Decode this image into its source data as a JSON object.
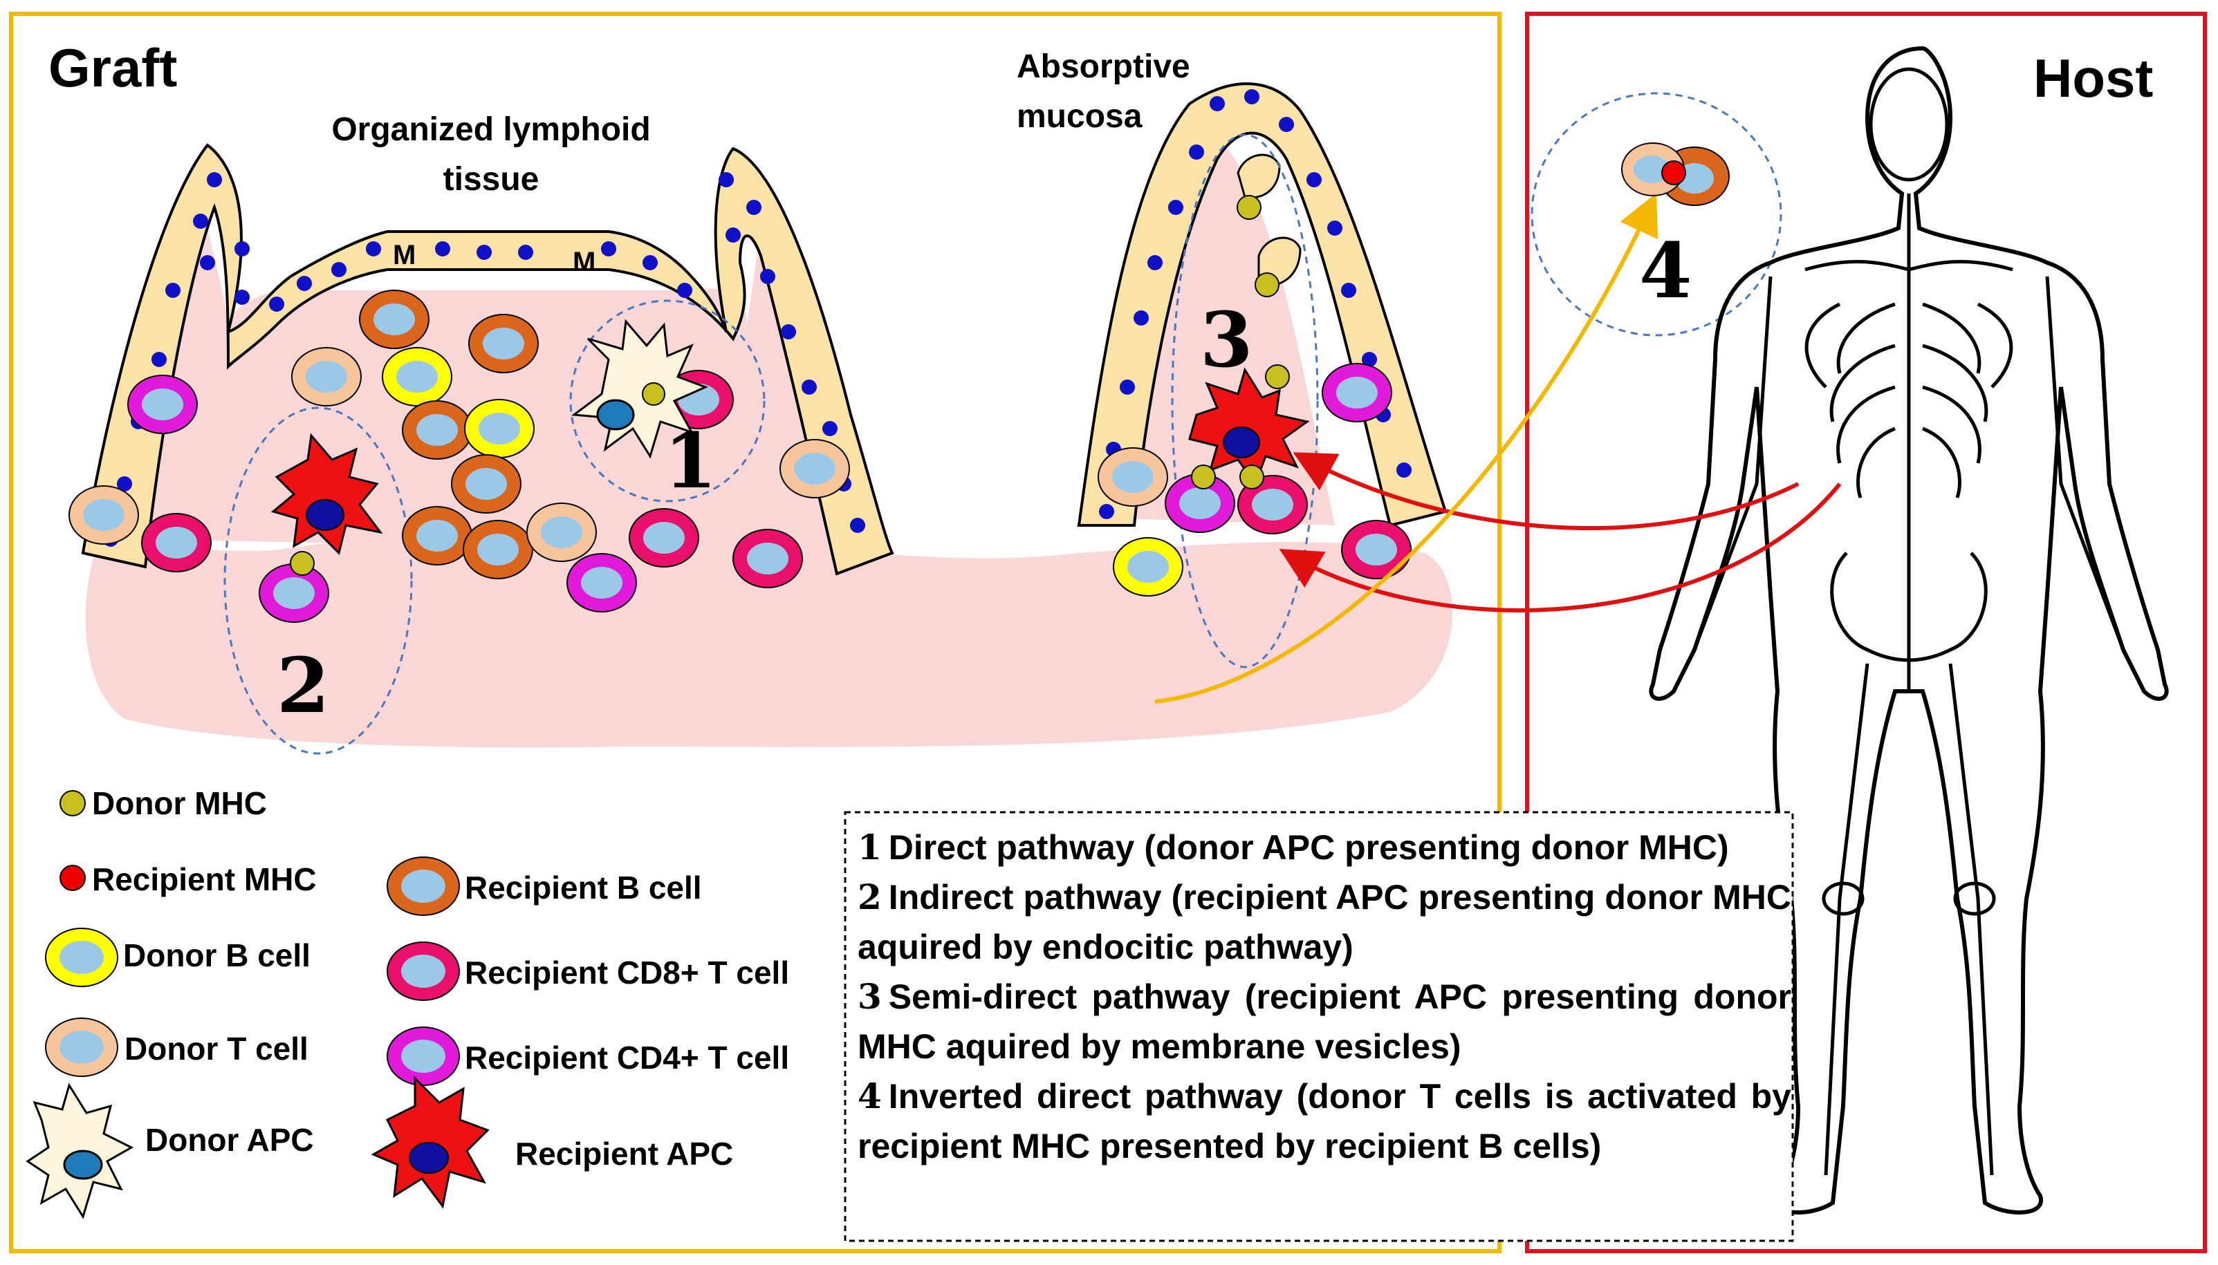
{
  "graft": {
    "title": "Graft",
    "region_left": "Organized lymphoid tissue",
    "region_right": "Absorptive mucosa",
    "m_cell_label": "M"
  },
  "host": {
    "title": "Host"
  },
  "markers": [
    "1",
    "2",
    "3",
    "4"
  ],
  "legend": {
    "donor_mhc": "Donor MHC",
    "recipient_mhc": "Recipient MHC",
    "donor_b_cell": "Donor B cell",
    "donor_t_cell": "Donor T cell",
    "donor_apc": "Donor APC",
    "recipient_b_cell": "Recipient B cell",
    "recipient_cd8": "Recipient CD8+ T cell",
    "recipient_cd4": "Recipient CD4+ T cell",
    "recipient_apc": "Recipient APC"
  },
  "pathways": [
    {
      "num": "1",
      "text": "Direct pathway (donor APC presenting donor MHC)"
    },
    {
      "num": "2",
      "text": "Indirect pathway (recipient APC presenting donor MHC aquired by endocitic pathway)"
    },
    {
      "num": "3",
      "text": "Semi-direct pathway (recipient APC presenting donor MHC aquired by membrane vesicles)"
    },
    {
      "num": "4",
      "text": "Inverted direct pathway (donor T cells is activated by recipient MHC presented by recipient B cells)"
    }
  ],
  "colors": {
    "graft_border": "#f5b800",
    "host_border": "#e01020",
    "tissue": "#f9d7d7",
    "epithelium": "#fbe3a8",
    "nucleus_dark": "#1010c8",
    "donor_b": "#ffff00",
    "donor_t": "#f7c59c",
    "recipient_b": "#d9661c",
    "recipient_cd8": "#e8106a",
    "recipient_cd4": "#e01ad8",
    "cell_core": "#9cc8e8",
    "recipient_apc": "#ee1111",
    "donor_apc": "#fdf5dc",
    "donor_mhc": "#c8c020",
    "recipient_mhc": "#ee0000",
    "arrow_red": "#e01010",
    "arrow_yellow": "#f5b800"
  }
}
